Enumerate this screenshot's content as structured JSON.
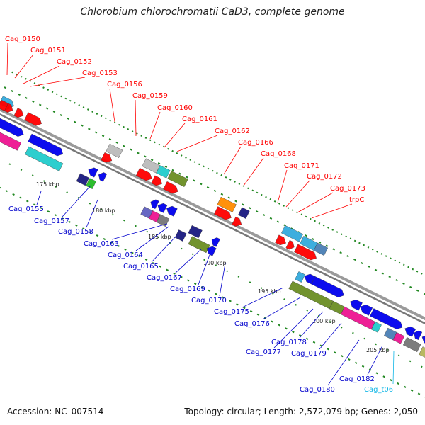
{
  "title": "Chlorobium chlorochromatii CaD3, complete genome",
  "footer": {
    "accession": "Accession: NC_007514",
    "topology": "Topology: circular; Length: 2,572,079 bp; Genes: 2,050"
  },
  "colors": {
    "backbone": "#8c8c8c",
    "forward_label": "#ff0000",
    "reverse_label": "#0000cc",
    "rna_label": "#11b6e6",
    "tick": "#228822",
    "red": "#ff0000",
    "blue": "#0000ee",
    "magenta": "#ee1491",
    "cyan": "#22cccc",
    "olive": "#6b8e23",
    "navy": "#1a1a80",
    "green": "#22bb22",
    "orange": "#ff8c00",
    "grey": "#777777",
    "lightgrey": "#bbbbbb",
    "slate": "#5f5fc0",
    "skyblue": "#33aadd",
    "steel": "#4a7fb5",
    "khaki": "#b5b55a"
  },
  "scale_labels": [
    "175 kbp",
    "180 kbp",
    "185 kbp",
    "190 kbp",
    "195 kbp",
    "200 kbp",
    "205 kbp"
  ],
  "forward_labels": [
    "Cag_0150",
    "Cag_0151",
    "Cag_0152",
    "Cag_0153",
    "Cag_0156",
    "Cag_0159",
    "Cag_0160",
    "Cag_0161",
    "Cag_0162",
    "Cag_0166",
    "Cag_0168",
    "Cag_0171",
    "Cag_0172",
    "Cag_0173",
    "trpC"
  ],
  "reverse_labels": [
    "Cag_0155",
    "Cag_0157",
    "Cag_0158",
    "Cag_0163",
    "Cag_0164",
    "Cag_0165",
    "Cag_0167",
    "Cag_0169",
    "Cag_0170",
    "Cag_0175",
    "Cag_0176",
    "Cag_0177",
    "Cag_0178",
    "Cag_0179",
    "Cag_0180",
    "Cag_0182"
  ],
  "rna_labels": [
    "Cag_t06"
  ]
}
